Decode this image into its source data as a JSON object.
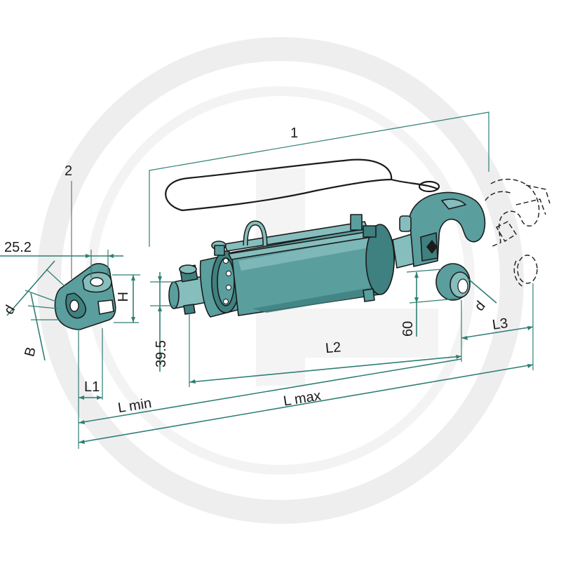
{
  "diagram": {
    "callouts": {
      "part_1": "1",
      "part_2": "2"
    },
    "dimensions": {
      "width_25_2": "25.2",
      "d_left": "d",
      "b": "B",
      "h": "H",
      "l1": "L1",
      "height_39_5": "39.5",
      "l2": "L2",
      "height_60": "60",
      "d_right": "d",
      "l3": "L3",
      "l_min": "L min",
      "l_max": "L max"
    },
    "colors": {
      "body": "#5a9e9e",
      "dimension_lines": "#2f7f74",
      "watermark": "#ececec"
    }
  }
}
